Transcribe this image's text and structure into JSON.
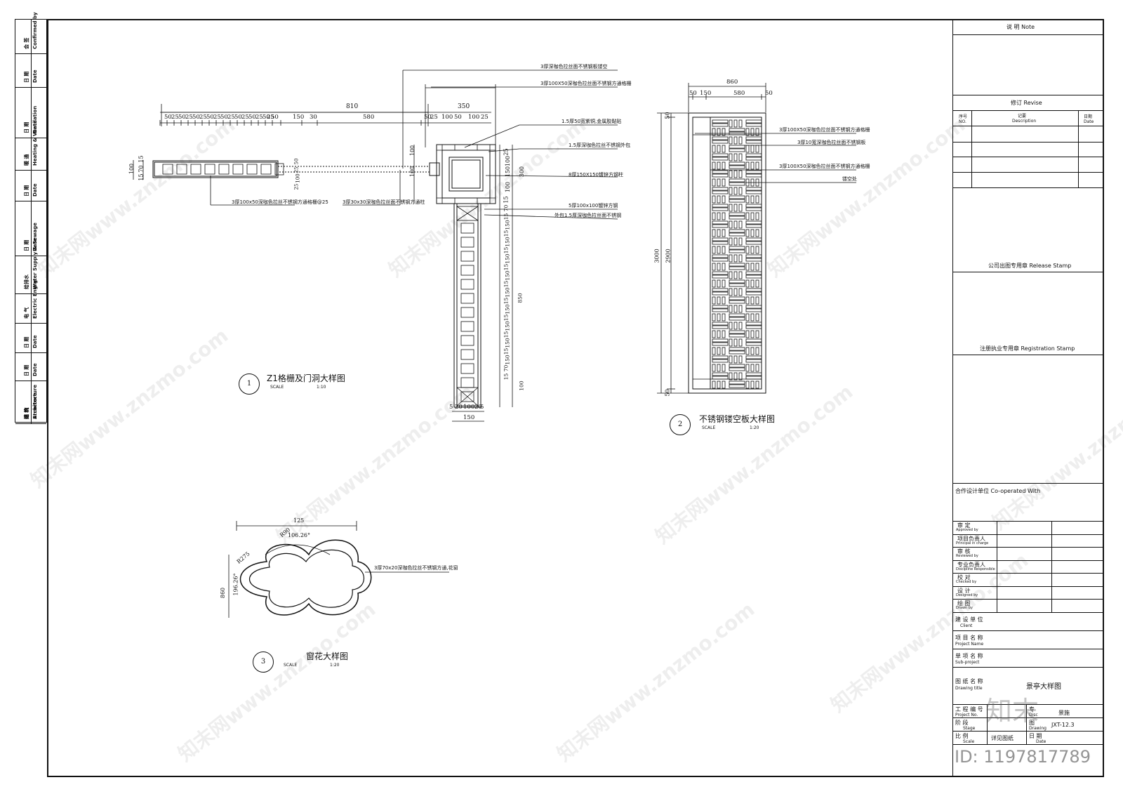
{
  "left_strip": [
    {
      "a": "会 签",
      "b": "Confirmed by"
    },
    {
      "a": "日 期",
      "b": "Date"
    },
    {
      "a": "日 期",
      "b": "Date"
    },
    {
      "a": "暖 通",
      "b": "Heating & Ventilation"
    },
    {
      "a": "日 期",
      "b": "Date"
    },
    {
      "a": "日 期",
      "b": "Date"
    },
    {
      "a": "给排水",
      "b": "Water Supply & Sewage"
    },
    {
      "a": "电 气",
      "b": "Electric Engrg"
    },
    {
      "a": "日 期",
      "b": "Date"
    },
    {
      "a": "日 期",
      "b": "Date"
    },
    {
      "a": "建 筑",
      "b": "Architecture"
    },
    {
      "a": "结 构",
      "b": "Structure"
    }
  ],
  "title_block": {
    "note": "说 明 Note",
    "revise": "修订 Revise",
    "no_cn": "序号",
    "no_en": "NO.",
    "desc_cn": "记要",
    "desc_en": "Description",
    "date_cn": "日期",
    "date_en": "Date",
    "release_stamp": "公司出图专用章 Release Stamp",
    "registration_stamp": "注册执业专用章 Registration Stamp",
    "cooperated": "合作设计单位 Co-operated With",
    "roles": [
      {
        "cn": "审 定",
        "en": "Approved by"
      },
      {
        "cn": "项目负责人",
        "en": "Principal in charge"
      },
      {
        "cn": "审 核",
        "en": "Reviewed by"
      },
      {
        "cn": "专业负责人",
        "en": "Discipline Responsible"
      },
      {
        "cn": "校 对",
        "en": "Checked by"
      },
      {
        "cn": "设 计",
        "en": "Designed by"
      },
      {
        "cn": "绘 图",
        "en": "Drawn by"
      }
    ],
    "client_cn": "建 设 单 位",
    "client_en": "Client",
    "project_cn": "项 目 名 称",
    "project_en": "Project Name",
    "subproject_cn": "单 项 名 称",
    "subproject_en": "Sub-project",
    "drawing_title_cn": "图 纸 名 称",
    "drawing_title_en": "Drawing title",
    "drawing_title_value": "景亭大样图",
    "project_no_cn": "工 程 编 号",
    "project_no_en": "Project No.",
    "discipline_cn": "专",
    "discipline_en": "Disc",
    "discipline_value": "景施",
    "stage_cn": "阶 段",
    "stage_en": "Stage",
    "drawing_no_cn": "图",
    "drawing_no_en": "Drawing",
    "drawing_no_value": "JXT-12.3",
    "scale_cn": "比 例",
    "scale_en": "Scale",
    "scale_value": "详见图纸",
    "date_cn2": "日 期",
    "date_en2": "Date",
    "id_text": "ID: 1197817789",
    "logo_text": "知末"
  },
  "detail1": {
    "num": "1",
    "title": "Z1格栅及门洞大样图",
    "scale_label": "SCALE",
    "scale": "1:10",
    "top_dims": [
      "50",
      "25",
      "50",
      "25",
      "50",
      "25",
      "50",
      "25",
      "50",
      "25",
      "50",
      "25",
      "50",
      "25",
      "50",
      "25",
      "50",
      "150",
      "30",
      "580",
      "50",
      "25",
      "100",
      "50",
      "100",
      "25"
    ],
    "dim_810": "810",
    "dim_350": "350",
    "left_dims": [
      "15",
      "70",
      "15",
      "100"
    ],
    "right_dims_small": [
      "50",
      "25",
      "100",
      "25"
    ],
    "right_col": [
      "100",
      "100",
      "25",
      "100",
      "150",
      "300",
      "100",
      "15"
    ],
    "bottom_dims": [
      "5",
      "20",
      "100",
      "20",
      "5",
      "150"
    ],
    "vert_dims": [
      "70",
      "15",
      "150",
      "15",
      "150",
      "15",
      "150",
      "15",
      "150",
      "15",
      "150",
      "15",
      "150",
      "15",
      "150",
      "15",
      "150",
      "15",
      "150",
      "70",
      "15",
      "850",
      "100"
    ],
    "annotations": [
      "3厚深咖色拉丝面不锈钢板镂空",
      "3厚100X50深咖色拉丝面不锈钢方通格栅",
      "1.5厚50宽紫铜,金属胶黏贴",
      "1.5厚深咖色拉丝不锈钢外包",
      "8厚150X150镀锌方钢柱",
      "5厚100x100镀锌方钢",
      "外包1.5厚深咖色拉丝面不锈钢",
      "3厚100x50深咖色拉丝不锈钢方通格栅@25",
      "3厚30x30深咖色拉丝面不锈钢方通柱"
    ]
  },
  "detail2": {
    "num": "2",
    "title": "不锈钢镂空板大样图",
    "scale_label": "SCALE",
    "scale": "1:20",
    "top_dims": [
      "860",
      "50",
      "150",
      "580",
      "50"
    ],
    "left_dims": [
      "3000",
      "2900",
      "50",
      "50"
    ],
    "annotations": [
      "3厚100X50深咖色拉丝面不锈钢方通格栅",
      "3厚10宽深咖色拉丝面不锈钢板",
      "3厚100X50深咖色拉丝面不锈钢方通格栅",
      "镂空处"
    ]
  },
  "detail3": {
    "num": "3",
    "title": "窗花大样图",
    "scale_label": "SCALE",
    "scale": "1:20",
    "dims": [
      "125",
      "106.26°",
      "R90",
      "R275",
      "196.26°",
      "860"
    ],
    "annotation": "3厚70x20深咖色拉丝不锈钢方通,花窗"
  },
  "watermark": "知末网www.znzmo.com"
}
